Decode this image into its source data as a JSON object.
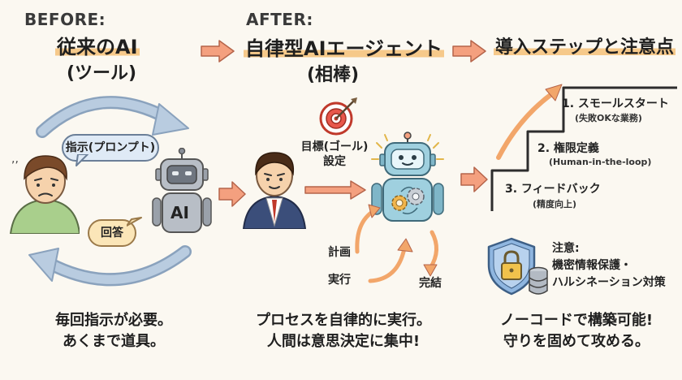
{
  "before": {
    "label": "BEFORE:",
    "title": "従来のAI",
    "subtitle": "(ツール)",
    "prompt_bubble": "指示(プロンプト)",
    "answer_bubble": "回答",
    "robot_label": "AI",
    "caption_line1": "毎回指示が必要。",
    "caption_line2": "あくまで道具。"
  },
  "after": {
    "label": "AFTER:",
    "title": "自律型AIエージェント",
    "subtitle": "(相棒)",
    "goal_line1": "目標(ゴール)",
    "goal_line2": "設定",
    "cycle_plan": "計画",
    "cycle_execute": "実行",
    "cycle_complete": "完結",
    "caption_line1": "プロセスを自律的に実行。",
    "caption_line2": "人間は意思決定に集中!"
  },
  "steps": {
    "title": "導入ステップと注意点",
    "items": [
      {
        "main": "1. スモールスタート",
        "sub": "(失敗OKな業務)"
      },
      {
        "main": "2. 権限定義",
        "sub": "(Human-in-the-loop)"
      },
      {
        "main": "3. フィードバック",
        "sub": "(精度向上)"
      }
    ],
    "note_line1": "注意:",
    "note_line2": "機密情報保護・",
    "note_line3": "ハルシネーション対策",
    "caption_line1": "ノーコードで構築可能!",
    "caption_line2": "守りを固めて攻める。"
  },
  "colors": {
    "arrow": "#f4a07f",
    "arrow_stroke": "#b5644a",
    "cycle_arrow": "#a9bfd6",
    "robot_gray": "#b8bec6",
    "robot_blue": "#9fd0df",
    "stairs_arrow": "#f2a66a",
    "shield": "#8fb6e0"
  }
}
